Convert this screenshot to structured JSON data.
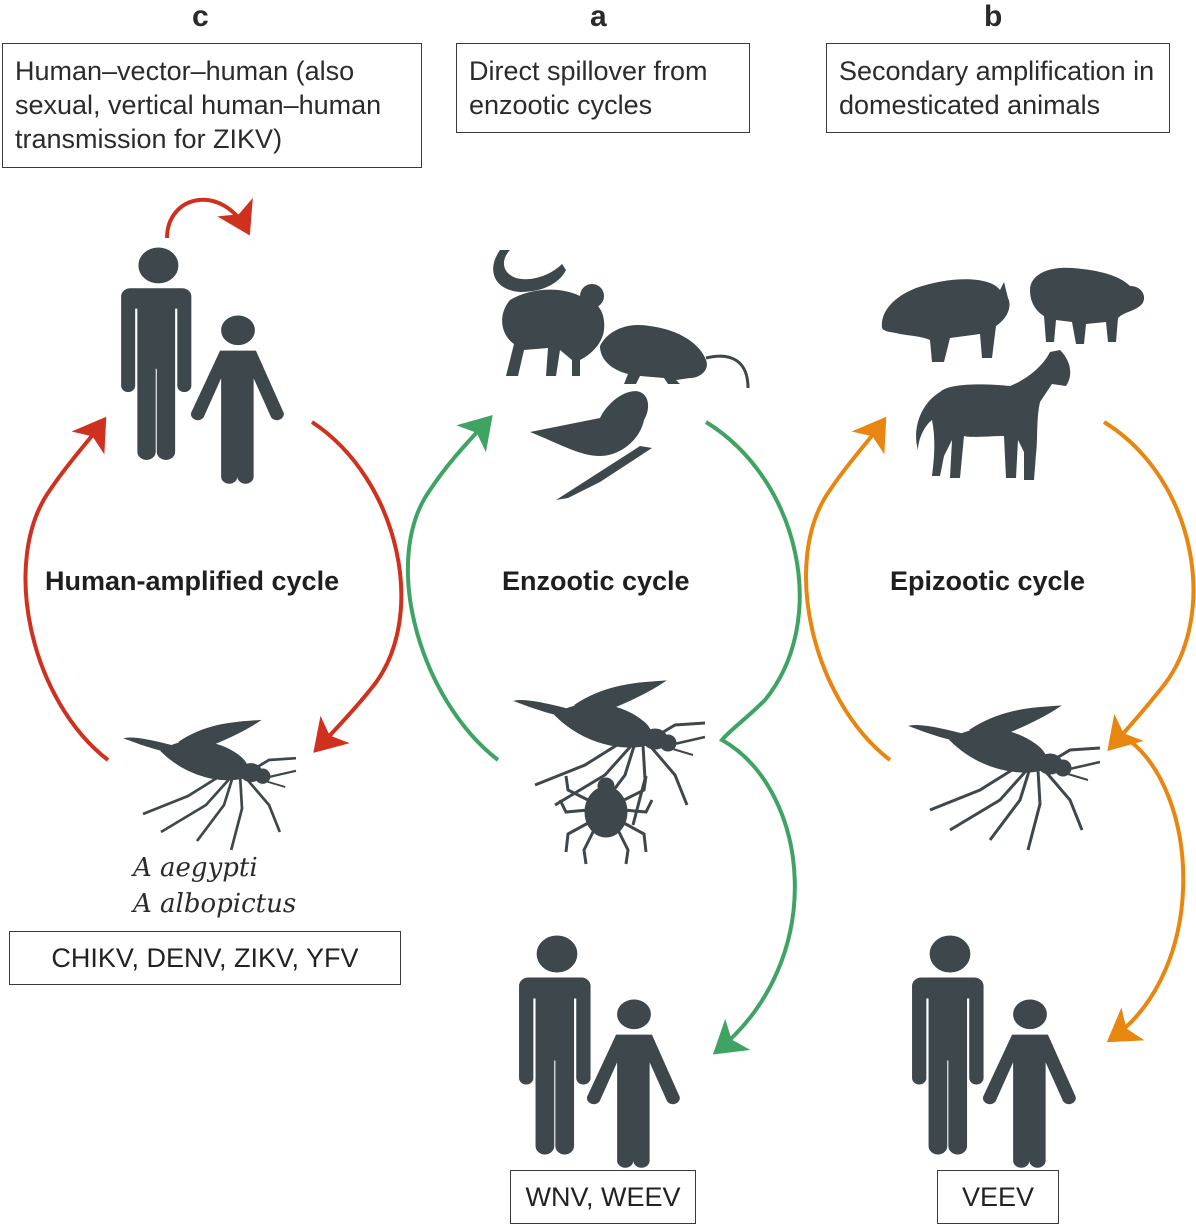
{
  "panels": {
    "c": {
      "letter": "c",
      "description": "Human–vector–human (also sexual, vertical human–human transmission for ZIKV)",
      "cycle": "Human-amplified cycle",
      "species": [
        "A aegypti",
        "A albopictus"
      ],
      "viruses": "CHIKV, DENV, ZIKV, YFV",
      "color": "#d0311f"
    },
    "a": {
      "letter": "a",
      "description": "Direct spillover from enzootic cycles",
      "cycle": "Enzootic cycle",
      "viruses": "WNV, WEEV",
      "color": "#3fa463"
    },
    "b": {
      "letter": "b",
      "description": "Secondary amplification in domesticated animals",
      "cycle": "Epizootic cycle",
      "viruses": "VEEV",
      "color": "#e8860f"
    }
  },
  "icons": {
    "silhouette_color": "#3d474c",
    "names": [
      "human-icon",
      "monkey-icon",
      "rat-icon",
      "bird-icon",
      "pig-icon",
      "sheep-icon",
      "horse-icon",
      "mosquito-icon",
      "tick-icon"
    ]
  }
}
